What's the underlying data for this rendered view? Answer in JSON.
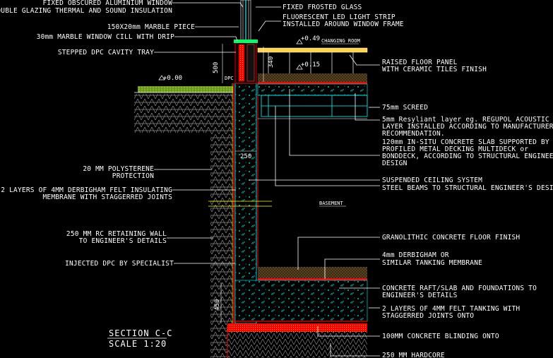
{
  "labels_left": [
    "FIXED OBSCURED ALUMINIUM WINDOW",
    "DOUBLE GLAZING THERMAL AND SOUND INSULATION",
    "150X20mm MARBLE PIECE",
    "30mm MARBLE WINDOW CILL WITH DRIP",
    "STEPPED DPC CAVITY TRAY",
    "20 MM POLYSTERENE",
    "PROTECTION",
    "2 LAYERS OF 4MM DERBIGHAM FELT INSULATING",
    "MEMBRANE WITH STAGGERRED JOINTS",
    "250 MM RC RETAINING WALL",
    "TO ENGINEER'S DETAILS",
    "INJECTED DPC BY SPECIALIST"
  ],
  "labels_right": [
    "FIXED FROSTED GLASS",
    "FLUORESCENT LED LIGHT STRIP",
    "INSTALLED AROUND WINDOW FRAME",
    "RAISED FLOOR PANEL",
    "WITH CERAMIC TILES FINISH",
    "75mm SCREED",
    "5mm Resyliant layer   eg. REGUPOL ACOUSTIC",
    "LAYER INSTALLED ACCORDING TO MANUFACTURER'S",
    "RECOMMENDATION.",
    "120mm IN-SITU CONCRETE  SLAB SUPPORTED BY",
    "PROFILED METAL DECKING MULTIDECK or",
    "BONDDECK, ACCORDING TO STRUCTURAL ENGINEER",
    "DESIGN",
    "STEEL BEAMS TO STRUCTURAL ENGINEER'S DESIGN",
    "SUSPENDED CEILING SYSTEM",
    "GRANOLITHIC CONCRETE FLOOR FINISH",
    "4mm DERBIGHAM OR",
    "SIMILAR TANKING MEMBRANE",
    "CONCRETE RAFT/SLAB AND FOUNDATIONS TO",
    "ENGINEER'S  DETAILS",
    "2 LAYERS OF 4MM FELT TANKING WITH",
    "STAGGERRED JOINTS ONTO",
    "100MM CONCRETE BLINDING ONTO",
    "250 MM HARDCORE"
  ],
  "room_labels": {
    "changing_room": "CHANGING ROOM",
    "basement": "BASEMENT"
  },
  "levels": {
    "upper_top": "+0.49",
    "upper_floor": "+0.15",
    "ground": "+0.00"
  },
  "dimensions": {
    "d500": "500",
    "d340": "340",
    "d250": "250",
    "d450": "450",
    "dpc": "DPC"
  },
  "title": {
    "section": "SECTION C-C",
    "scale": "SCALE 1:20"
  },
  "colors": {
    "background": "#000000",
    "concrete_cyan": "#00ffff",
    "membrane_red": "#ff0000",
    "grass_green": "#9ccc3c",
    "tiles_yellow": "#ffd34a",
    "hatch_grey": "#8a8a8a",
    "screed_brown": "#c8a37a"
  }
}
